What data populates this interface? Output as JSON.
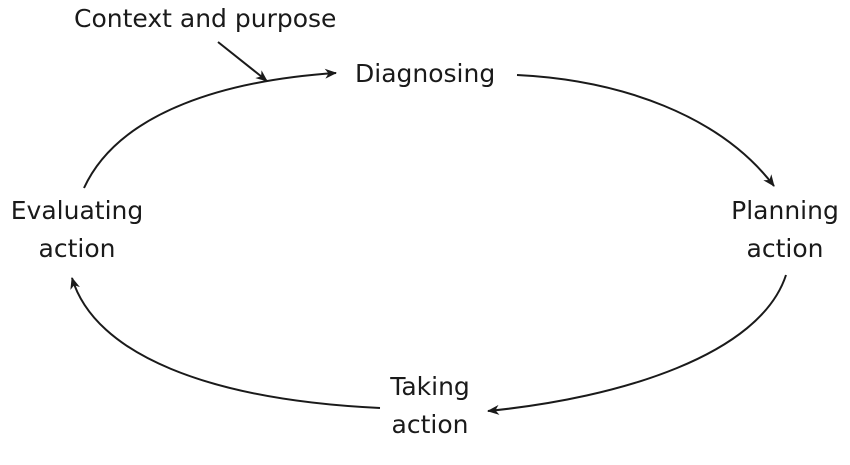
{
  "diagram": {
    "context": "Context and purpose",
    "nodes": {
      "diagnosing": "Diagnosing",
      "planning": [
        "Planning",
        "action"
      ],
      "taking": [
        "Taking",
        "action"
      ],
      "evaluating": [
        "Evaluating",
        "action"
      ]
    },
    "colors": {
      "ink": "#1a1a1a",
      "background": "#ffffff"
    }
  }
}
